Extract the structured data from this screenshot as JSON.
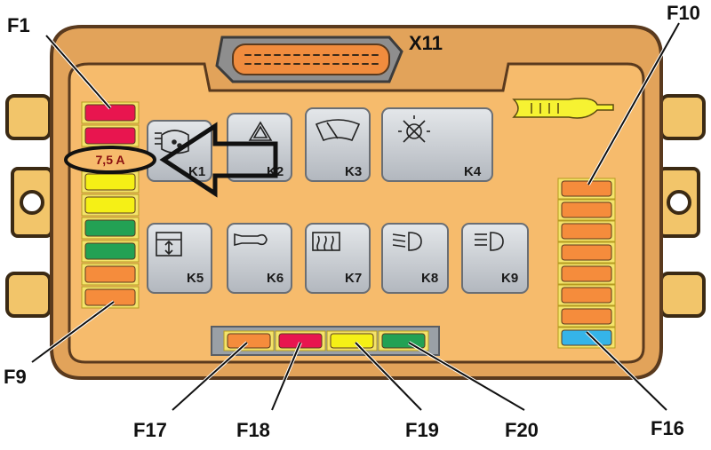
{
  "header": {
    "connector_label": "X11"
  },
  "callouts": {
    "f1": "F1",
    "f9": "F9",
    "f10": "F10",
    "f16": "F16",
    "f17": "F17",
    "f18": "F18",
    "f19": "F19",
    "f20": "F20"
  },
  "highlight": {
    "rating": "7,5 A"
  },
  "relays": [
    {
      "label": "K1",
      "icon": "washer-icon"
    },
    {
      "label": "K2",
      "icon": "hazard-triangle-icon"
    },
    {
      "label": "K3",
      "icon": "wiper-icon"
    },
    {
      "label": "K4",
      "icon": "light-off-icon"
    },
    {
      "label": "K5",
      "icon": "window-icon"
    },
    {
      "label": "K6",
      "icon": "horn-icon"
    },
    {
      "label": "K7",
      "icon": "rear-defrost-icon"
    },
    {
      "label": "K8",
      "icon": "low-beam-icon"
    },
    {
      "label": "K9",
      "icon": "high-beam-icon"
    }
  ],
  "colors": {
    "housing": "#f4b764",
    "housing_outline": "#5a3a1e",
    "red": "#e8154f",
    "yellow": "#f5f016",
    "green": "#23a154",
    "orange": "#f58c3c",
    "blue": "#35b4e8",
    "relay": "#c8ccd2"
  },
  "fuse_columns": {
    "left": [
      "red",
      "red",
      "yellow",
      "yellow",
      "yellow",
      "green",
      "green",
      "orange",
      "orange"
    ],
    "right": [
      "orange",
      "orange",
      "orange",
      "orange",
      "orange",
      "orange",
      "orange",
      "blue"
    ],
    "bottom": [
      "orange",
      "red",
      "yellow",
      "green"
    ]
  }
}
